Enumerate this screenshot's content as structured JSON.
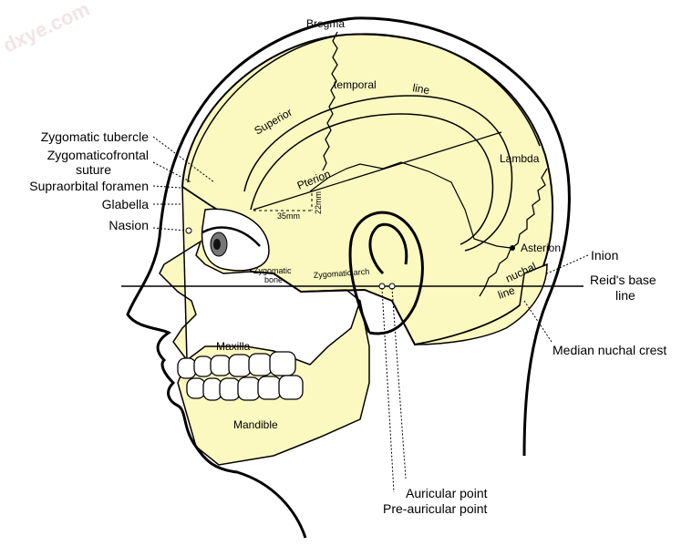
{
  "watermark": "dxye.com",
  "colors": {
    "bone": "#fbf8c0",
    "line": "#000000",
    "teeth": "#ffffff"
  },
  "labels": {
    "bregma": "Bregma",
    "superior": "Superior",
    "temporal": "temporal",
    "line_top": "line",
    "lambda": "Lambda",
    "pterion": "Pterion",
    "mm35": "35mm",
    "mm22": "22mm",
    "asterion": "Asterion",
    "nuchal": "nuchal",
    "nuchal_line": "line",
    "zygomatic_bone_1": "Zygomatic",
    "zygomatic_bone_2": "bone",
    "zygomatic_arch": "Zygomatic arch",
    "maxilla": "Maxilla",
    "mandible": "Mandible",
    "zygomatic_tubercle": "Zygomatic tubercle",
    "zygomaticofrontal_1": "Zygomaticofrontal",
    "zygomaticofrontal_2": "suture",
    "supraorbital_foramen": "Supraorbital foramen",
    "glabella": "Glabella",
    "nasion": "Nasion",
    "inion": "Inion",
    "reids_1": "Reid's base",
    "reids_2": "line",
    "median_nuchal_crest": "Median nuchal crest",
    "auricular_point": "Auricular point",
    "pre_auricular_point": "Pre-auricular point"
  }
}
